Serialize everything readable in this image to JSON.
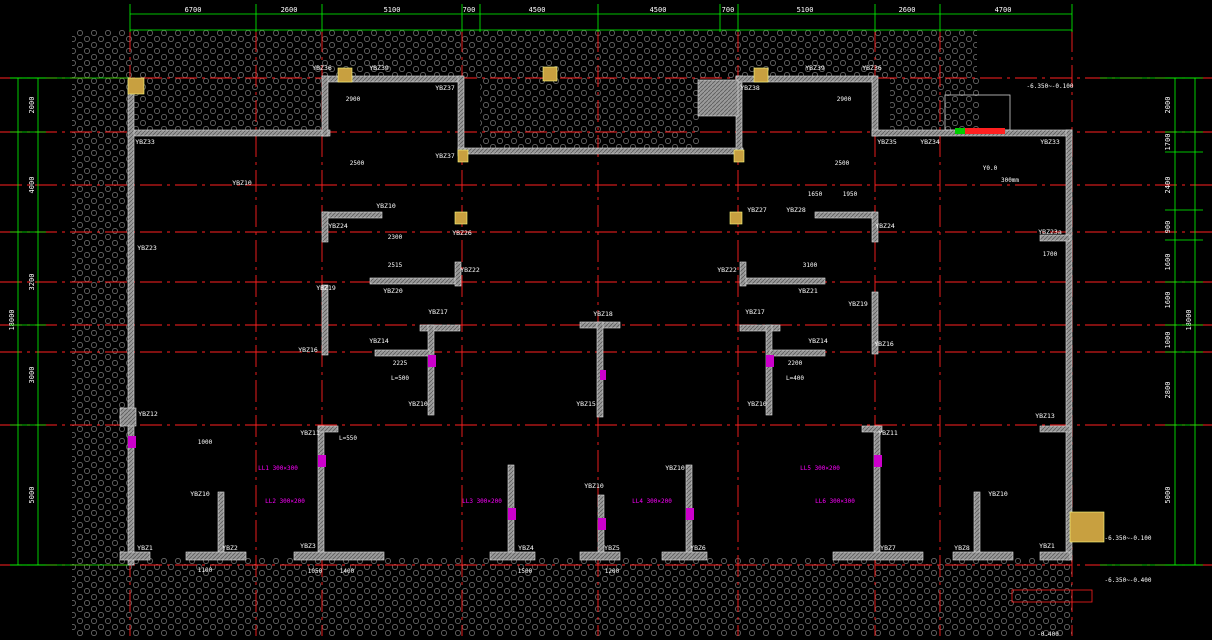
{
  "drawing": {
    "background": "#000000",
    "colors": {
      "axis": "#ff2020",
      "dimension": "#00ff00",
      "dimension_text": "#ffffff",
      "wall": "#b9b9b9",
      "column_label": "#ffffff",
      "highlight": "#ff00ff",
      "hatch": "#8a8a8a",
      "note": "#ffff00"
    },
    "top_dimensions": [
      "6700",
      "2600",
      "5100",
      "700",
      "4500",
      "4500",
      "700",
      "5100",
      "2600",
      "4700"
    ],
    "left_dimensions": [
      "2000",
      "4000",
      "3200",
      "3000",
      "5000"
    ],
    "left_total": "18000",
    "right_dimensions": [
      "2000",
      "1700",
      "2400",
      "900",
      "1600",
      "1600",
      "1000",
      "2800",
      "5000"
    ],
    "right_total": "18000",
    "column_labels": {
      "top_row": [
        "YBZ33",
        "YBZ36",
        "YBZ39",
        "YBZ37",
        "YBZ37",
        "YBZ38",
        "YBZ39",
        "YBZ35",
        "YBZ33",
        "YBZ36",
        "YBZ34"
      ],
      "upper": [
        "YBZ10",
        "YBZ10",
        "YBZ24",
        "YBZ26",
        "YBZ27",
        "YBZ28",
        "YBZ24",
        "YBZ23",
        "YBZ23a"
      ],
      "middle": [
        "YBZ19",
        "YBZ20",
        "YBZ22",
        "YBZ22",
        "YBZ21",
        "YBZ19",
        "YBZ18",
        "YBZ17",
        "YBZ17",
        "YBZ16",
        "YBZ16",
        "YBZ14",
        "YBZ14"
      ],
      "lower": [
        "YBZ10",
        "YBZ15",
        "YBZ10",
        "YBZ12",
        "YBZ11",
        "YBZ11",
        "YBZ13"
      ],
      "bottom_row": [
        "YBZ1",
        "YBZ2",
        "YBZ3",
        "YBZ4",
        "YBZ5",
        "YBZ6",
        "YBZ7",
        "YBZ8",
        "YBZ1",
        "YBZ10",
        "YBZ10",
        "YBZ10",
        "YBZ10"
      ]
    },
    "wall_dims": [
      "2900",
      "2500",
      "2900",
      "2500",
      "2300",
      "2515",
      "3100",
      "2225",
      "2200",
      "1650",
      "1950",
      "1700",
      "1000",
      "1100",
      "1050",
      "1400",
      "1500",
      "1200",
      "L=550",
      "L=500",
      "L=400"
    ],
    "notes": {
      "right_top": "-6.350~-0.100",
      "right_mid_1": "-6.350~-0.100",
      "right_mid_2": "-6.350~-0.400",
      "right_bottom": "-0.400",
      "elev_box": "Y0.0",
      "elev_box_2": "300mm",
      "beam_tags": [
        "LL1 300×300",
        "LL2 300×200",
        "LL3 300×200",
        "LL4 300×200",
        "LL5 300×200",
        "LL6 300×300"
      ]
    }
  }
}
